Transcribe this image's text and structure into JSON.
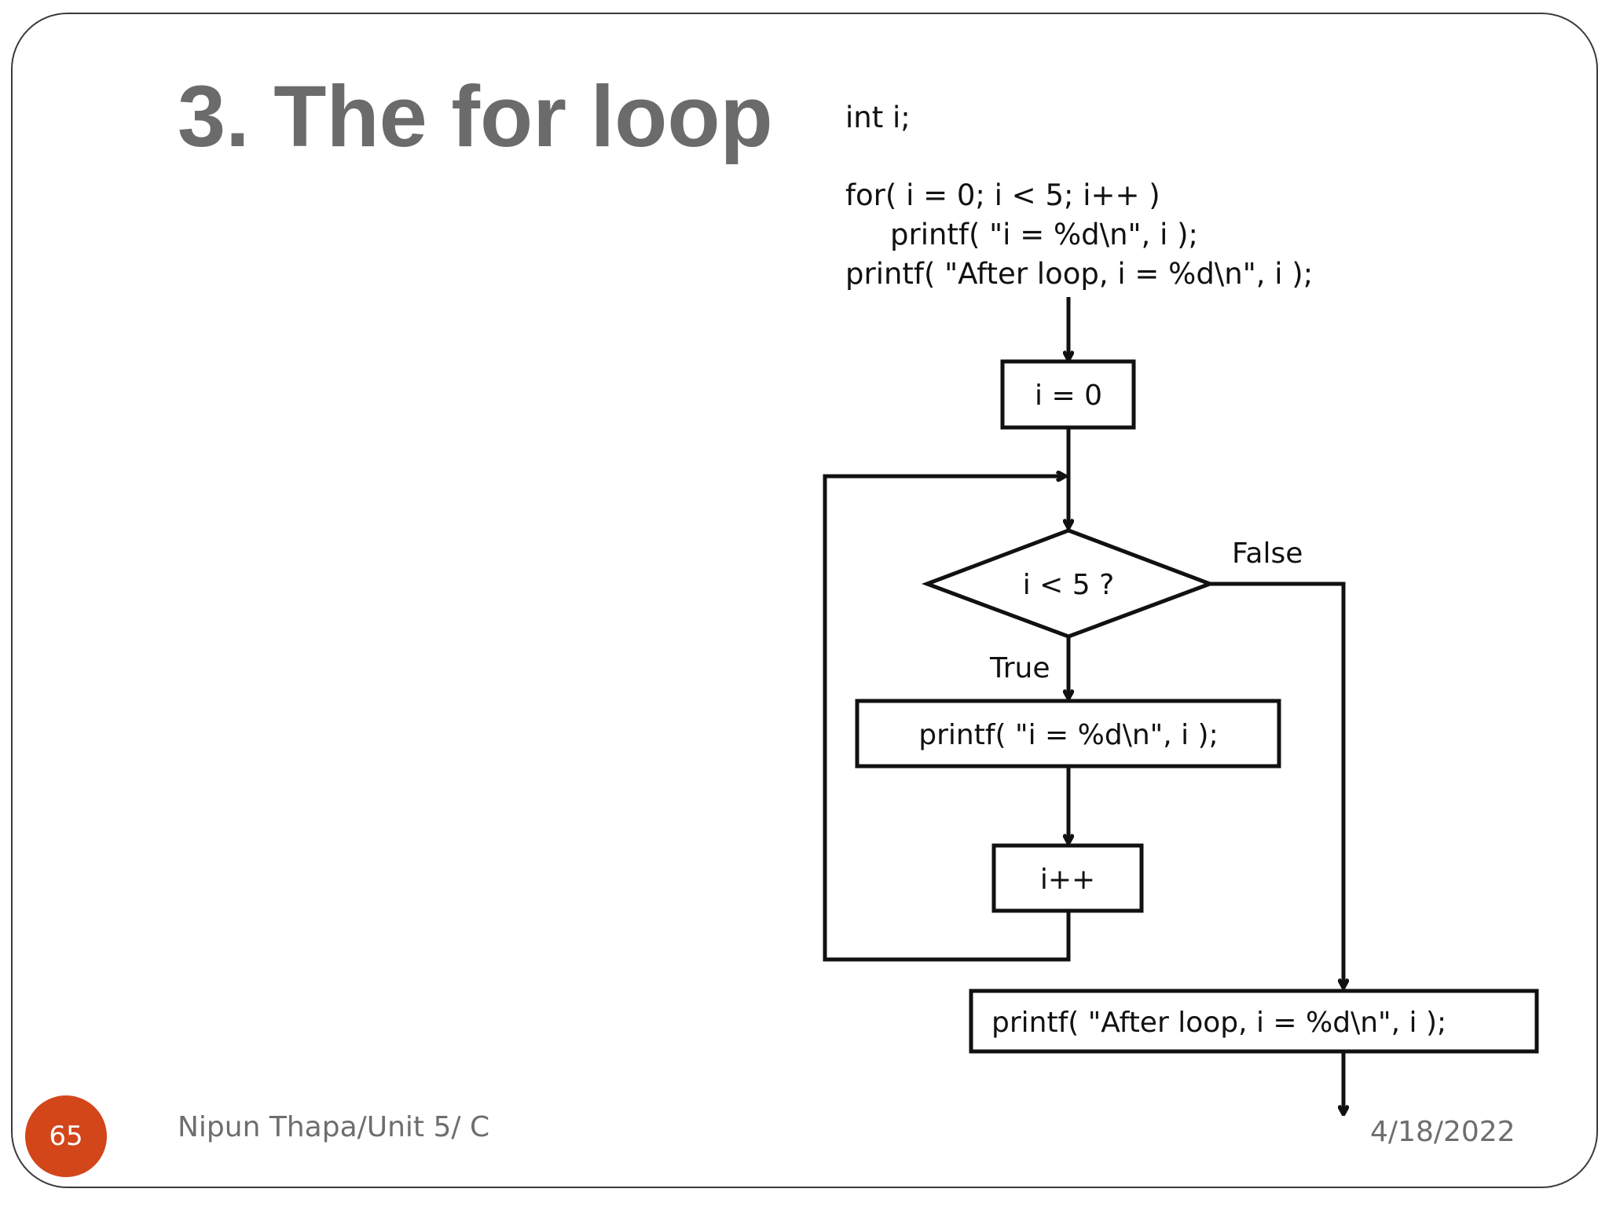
{
  "slide": {
    "title": "3. The for loop",
    "code_lines": [
      "int i;",
      "for( i = 0; i < 5; i++ )",
      "printf( \"i = %d\\n\", i );",
      "printf( \"After loop, i = %d\\n\", i );"
    ]
  },
  "flowchart": {
    "init": "i = 0",
    "condition": "i < 5 ?",
    "true_label": "True",
    "false_label": "False",
    "body": "printf( \"i = %d\\n\", i );",
    "increment": "i++",
    "after": "printf( \"After loop, i = %d\\n\", i );"
  },
  "footer": {
    "page_number": "65",
    "author": "Nipun Thapa/Unit 5/ C",
    "date": "4/18/2022"
  },
  "colors": {
    "title": "#6b6b6b",
    "badge": "#d24619",
    "stroke": "#111111"
  }
}
